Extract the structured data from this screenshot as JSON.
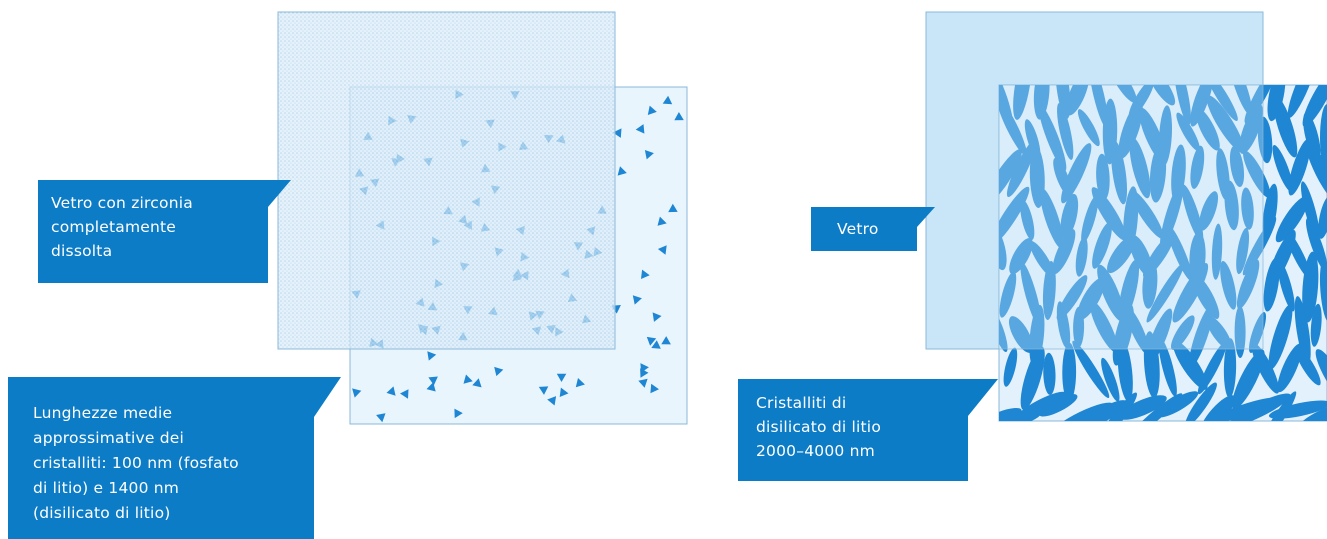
{
  "left_diagram": {
    "callout_glass": [
      "Vetro con zirconia",
      "completamente",
      "dissolta"
    ],
    "callout_crystals": [
      "Lunghezze medie",
      "approssimative dei",
      "cristalliti: 100 nm (fosfato",
      "di litio) e 1400 nm",
      "(disilicato di litio)"
    ]
  },
  "right_diagram": {
    "callout_glass": [
      "Vetro"
    ],
    "callout_crystals": [
      "Cristalliti di",
      "disilicato di litio",
      "2000–4000 nm"
    ]
  },
  "colors": {
    "callout_blue": "#0c7cc7",
    "crystal_blue": "#1e86d3",
    "glass_light": "#d7ebf9",
    "glass_medium": "#c9e6f8",
    "crystal_panel_bg": "#e9f5fd",
    "panel_border": "#8ab8d8"
  },
  "icons": {
    "triangle_crystal": "triangle-crystal-icon",
    "needle_crystal": "needle-crystal-icon"
  }
}
